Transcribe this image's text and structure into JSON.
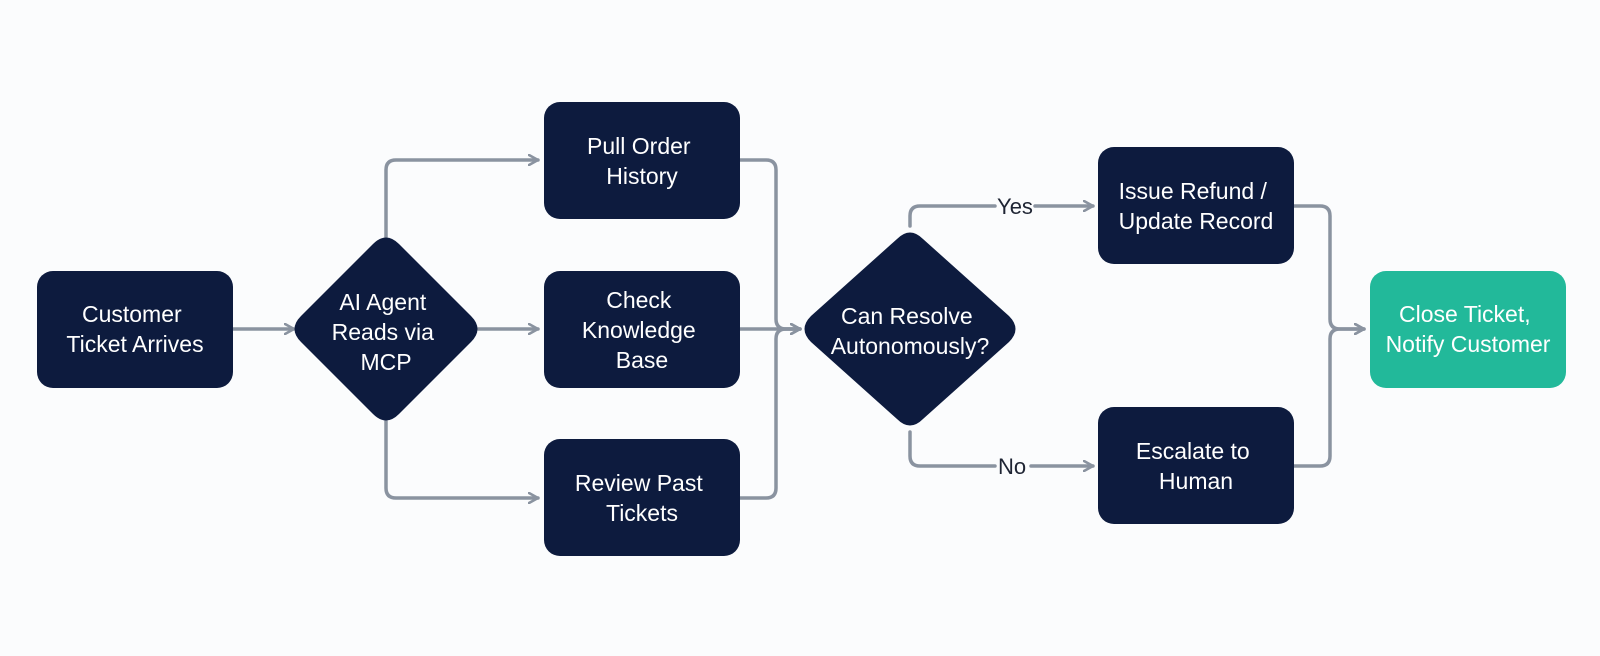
{
  "colors": {
    "background": "#fbfcfd",
    "node_fill": "#0d1b3e",
    "terminal_fill": "#22b99a",
    "node_text": "#ffffff",
    "connector": "#8a93a0",
    "label_text": "#1e2433"
  },
  "nodes": {
    "ticket": {
      "lines": [
        "Customer",
        "Ticket Arrives"
      ]
    },
    "agent": {
      "lines": [
        "AI Agent",
        "Reads via",
        "MCP"
      ]
    },
    "order": {
      "lines": [
        "Pull Order",
        "History"
      ]
    },
    "kb": {
      "lines": [
        "Check",
        "Knowledge",
        "Base"
      ]
    },
    "past": {
      "lines": [
        "Review Past",
        "Tickets"
      ]
    },
    "resolve": {
      "lines": [
        "Can Resolve",
        "Autonomously?"
      ]
    },
    "refund": {
      "lines": [
        "Issue Refund /",
        "Update Record"
      ]
    },
    "escalate": {
      "lines": [
        "Escalate to",
        "Human"
      ]
    },
    "close": {
      "lines": [
        "Close Ticket,",
        "Notify Customer"
      ]
    }
  },
  "edge_labels": {
    "yes": "Yes",
    "no": "No"
  }
}
